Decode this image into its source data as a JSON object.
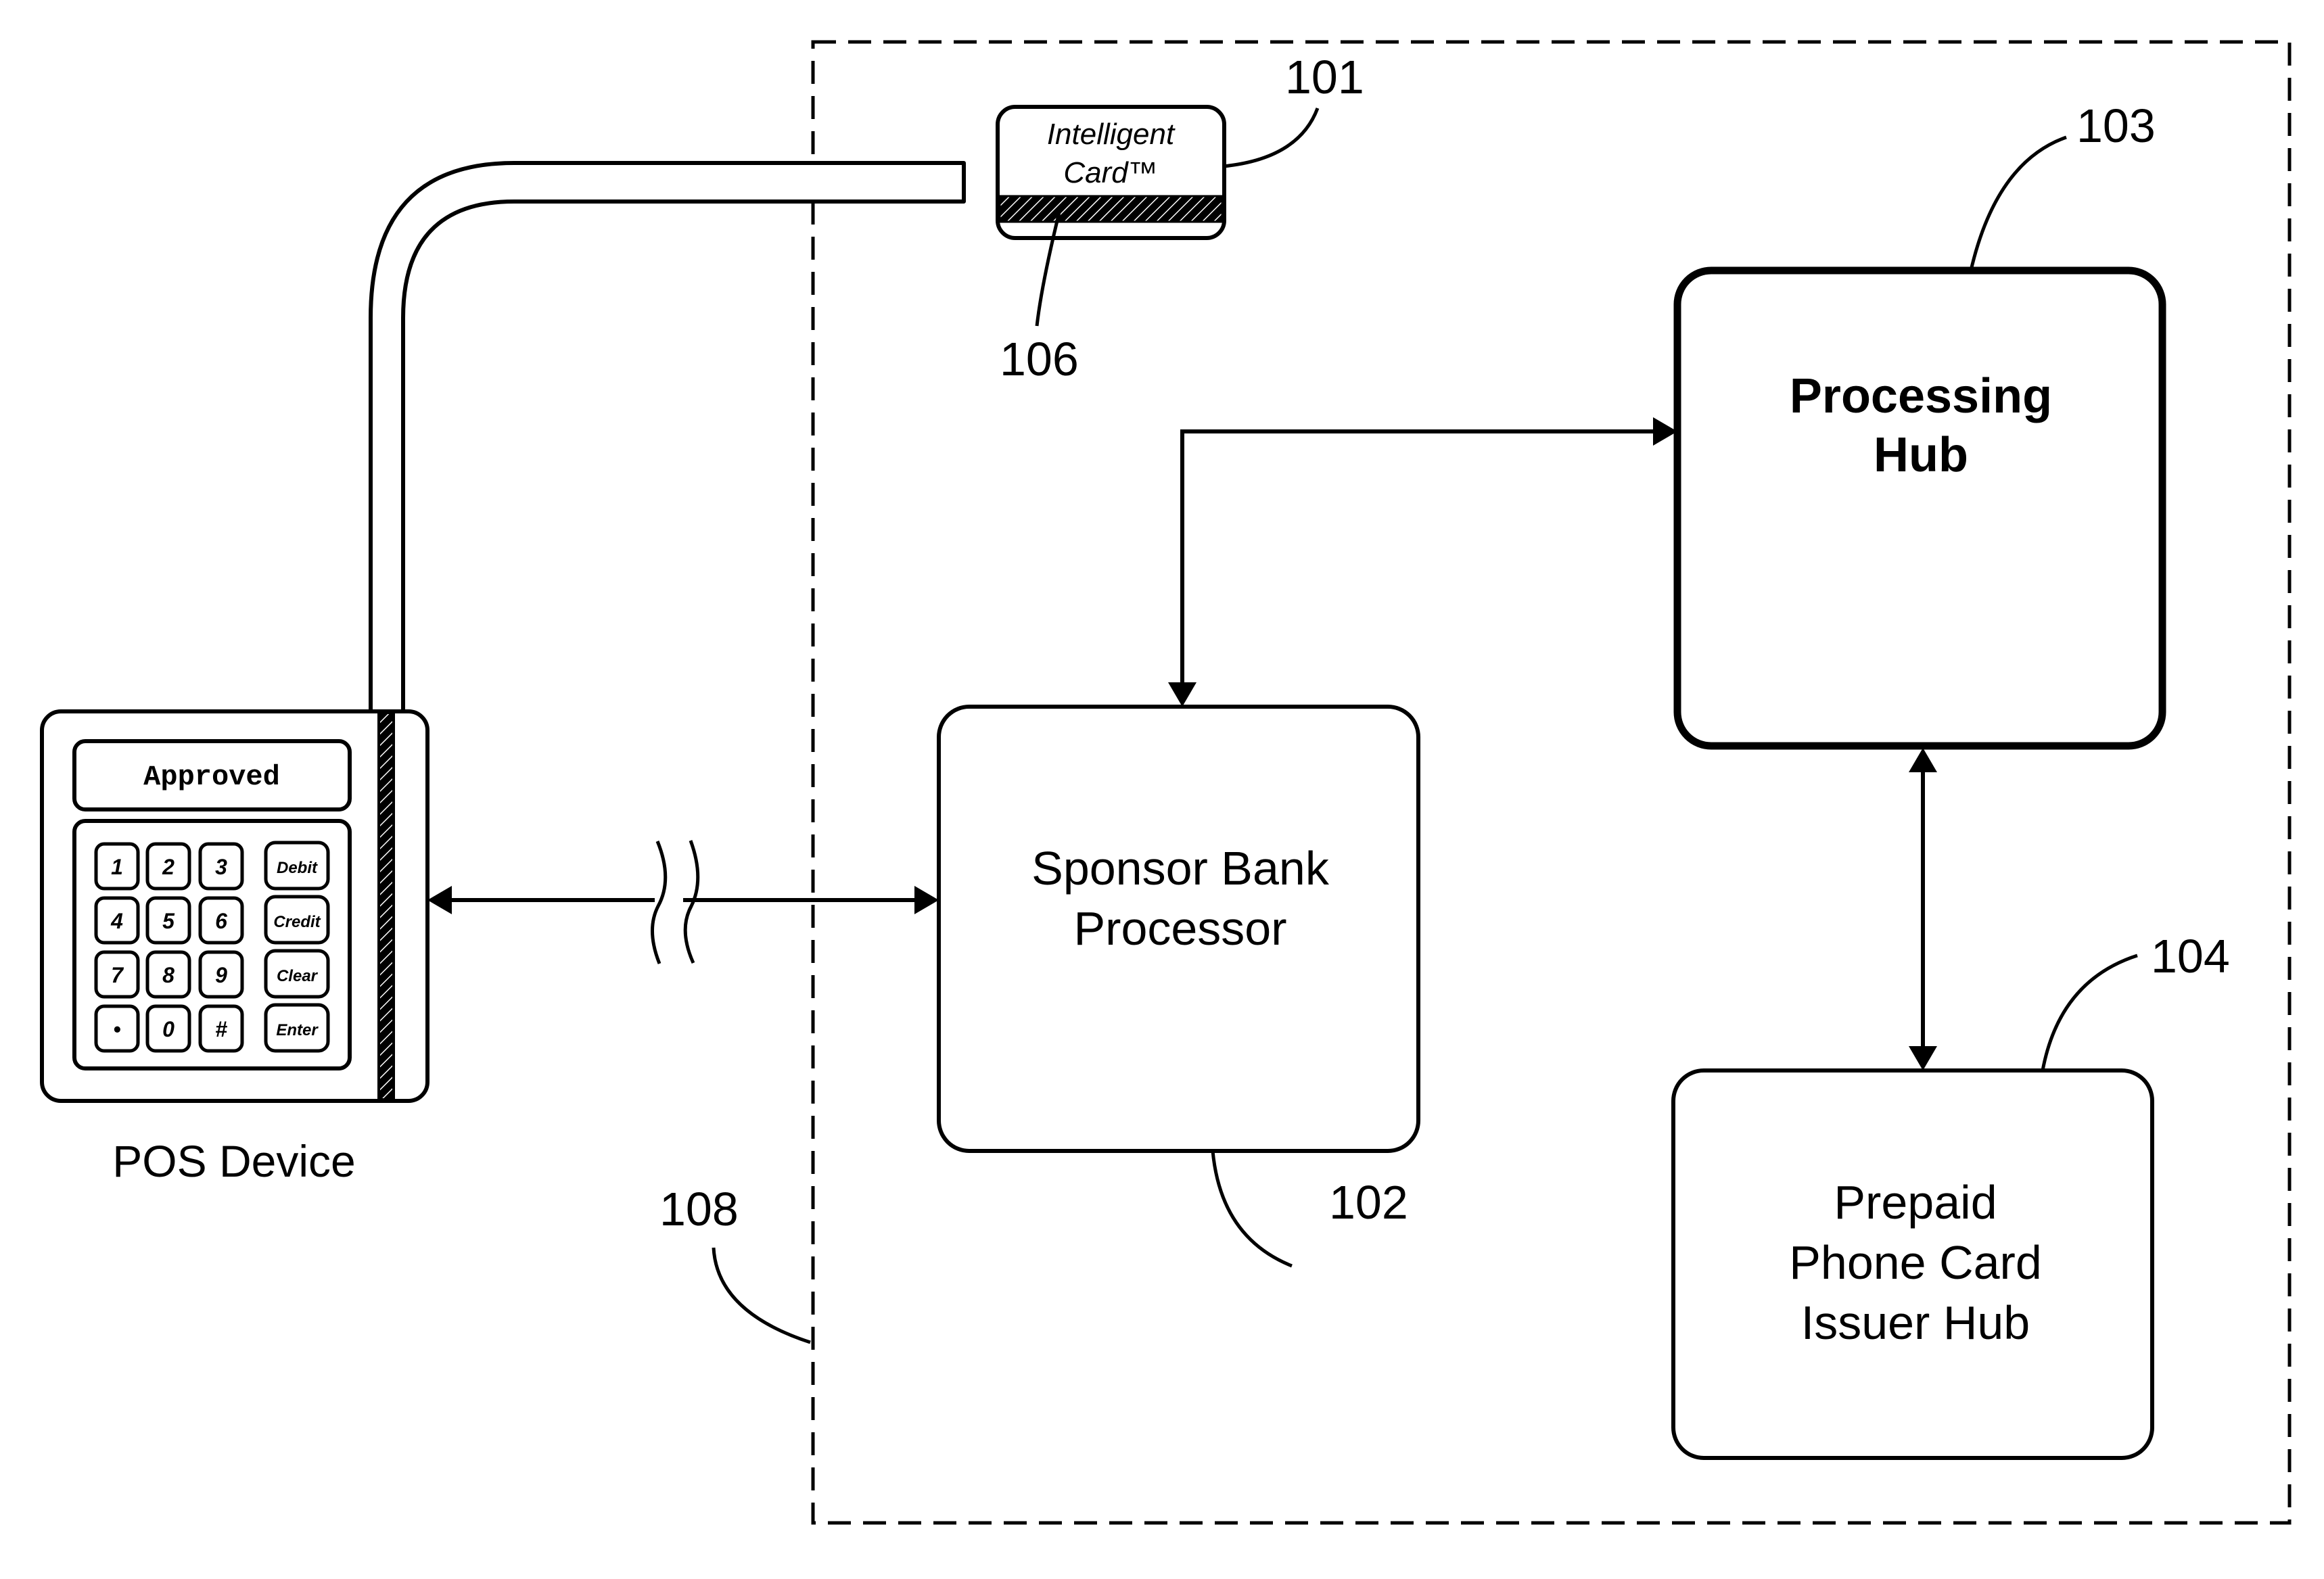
{
  "figure": {
    "pos_device": {
      "label": "POS Device",
      "screen_text": "Approved",
      "keys": [
        "1",
        "2",
        "3",
        "4",
        "5",
        "6",
        "7",
        "8",
        "9",
        "•",
        "0",
        "#"
      ],
      "function_keys": [
        "Debit",
        "Credit",
        "Clear",
        "Enter"
      ]
    },
    "card": {
      "line1": "Intelligent",
      "line2": "Card™",
      "ref": "101",
      "stripe_ref": "106"
    },
    "sponsor_bank": {
      "line1": "Sponsor Bank",
      "line2": "Processor",
      "ref": "102"
    },
    "processing_hub": {
      "line1": "Processing",
      "line2": "Hub",
      "ref": "103"
    },
    "prepaid_issuer": {
      "line1": "Prepaid",
      "line2": "Phone Card",
      "line3": "Issuer Hub",
      "ref": "104"
    },
    "boundary": {
      "ref": "108"
    }
  },
  "colors": {
    "ink": "#000000",
    "paper": "#ffffff"
  }
}
